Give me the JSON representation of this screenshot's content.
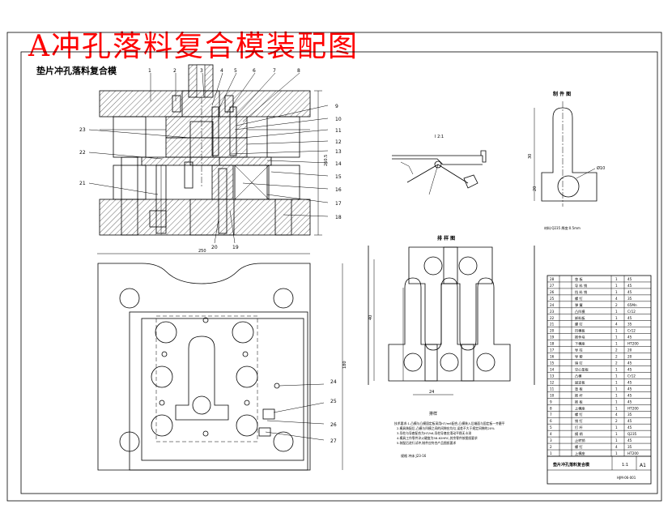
{
  "banner": {
    "title": "A冲孔落料复合模装配图"
  },
  "assembly": {
    "title": "垫片冲孔落料复合模",
    "part_numbers_top": [
      "1",
      "2",
      "3",
      "4",
      "5",
      "6",
      "7",
      "8"
    ],
    "part_numbers_right": [
      "9",
      "10",
      "11",
      "12",
      "13",
      "14",
      "15",
      "16",
      "17",
      "18"
    ],
    "part_numbers_left": [
      "23",
      "22",
      "21"
    ],
    "part_numbers_bottom": [
      "20",
      "19"
    ],
    "side_dim": "260.5",
    "plan_width": "250",
    "plan_depth": "180",
    "plan_callouts": [
      "24",
      "25",
      "26",
      "27"
    ]
  },
  "part_view": {
    "title": "制 件 图",
    "dim_side": "30",
    "dim_hole": "Ø10",
    "dim_base": "20",
    "note": "材料:Q235  厚度:0.5mm"
  },
  "detail_view": {
    "label": "I 2:1"
  },
  "strip_layout": {
    "title": "排 样 图",
    "pitch": "24",
    "width": "40",
    "caption": "排样"
  },
  "tech_notes": {
    "lines": [
      "技术要求:1.凸模与凸模固定板采用H7/m6配合,凸模装入后端面与固定板一齐磨平",
      "2.模具装配后,凸模与凹模之间的间隙应均匀,误差不大于规定间隙的20%",
      "3.导柱与导套配合为H7/h6,导柱导套应滑动平稳无卡滞",
      "4.模具工作零件淬火硬度为58-62HRC,其余零件按图纸要求",
      "5.装配后进行试冲,制件应符合产品图纸要求"
    ],
    "footer": "规格 冲床 J23-16"
  },
  "bom": {
    "rows": [
      [
        "28",
        "",
        "垫 板",
        "1",
        "45"
      ],
      [
        "27",
        "",
        "导 料 销",
        "1",
        "45"
      ],
      [
        "26",
        "",
        "挡 料 销",
        "1",
        "45"
      ],
      [
        "25",
        "",
        "螺 钉",
        "4",
        "35"
      ],
      [
        "24",
        "",
        "弹 簧",
        "2",
        "65Mn"
      ],
      [
        "23",
        "",
        "凸凹模",
        "1",
        "Cr12"
      ],
      [
        "22",
        "",
        "卸料板",
        "1",
        "45"
      ],
      [
        "21",
        "",
        "螺 钉",
        "4",
        "35"
      ],
      [
        "20",
        "",
        "凹模板",
        "1",
        "Cr12"
      ],
      [
        "19",
        "",
        "推件块",
        "1",
        "45"
      ],
      [
        "18",
        "",
        "下模座",
        "1",
        "HT200"
      ],
      [
        "17",
        "",
        "导 柱",
        "2",
        "20"
      ],
      [
        "16",
        "",
        "导 套",
        "2",
        "20"
      ],
      [
        "15",
        "",
        "销 钉",
        "2",
        "45"
      ],
      [
        "14",
        "",
        "空心垫板",
        "1",
        "45"
      ],
      [
        "13",
        "",
        "凸模",
        "1",
        "Cr12"
      ],
      [
        "12",
        "",
        "固定板",
        "1",
        "45"
      ],
      [
        "11",
        "",
        "垫 板",
        "1",
        "45"
      ],
      [
        "10",
        "",
        "推 杆",
        "1",
        "45"
      ],
      [
        "9",
        "",
        "推 板",
        "1",
        "45"
      ],
      [
        "8",
        "",
        "上模座",
        "1",
        "HT200"
      ],
      [
        "7",
        "",
        "螺 钉",
        "4",
        "35"
      ],
      [
        "6",
        "",
        "销 钉",
        "2",
        "45"
      ],
      [
        "5",
        "",
        "打 杆",
        "1",
        "45"
      ],
      [
        "4",
        "",
        "模 柄",
        "1",
        "Q235"
      ],
      [
        "3",
        "",
        "止转销",
        "1",
        "45"
      ],
      [
        "2",
        "",
        "螺 钉",
        "4",
        "35"
      ],
      [
        "1",
        "",
        "上模座",
        "1",
        "HT200"
      ]
    ],
    "title_block": {
      "name": "垫片冲孔落料复合模",
      "scale": "1:1",
      "sheet": "A1",
      "drawing_no": "HJM-06-001"
    }
  }
}
